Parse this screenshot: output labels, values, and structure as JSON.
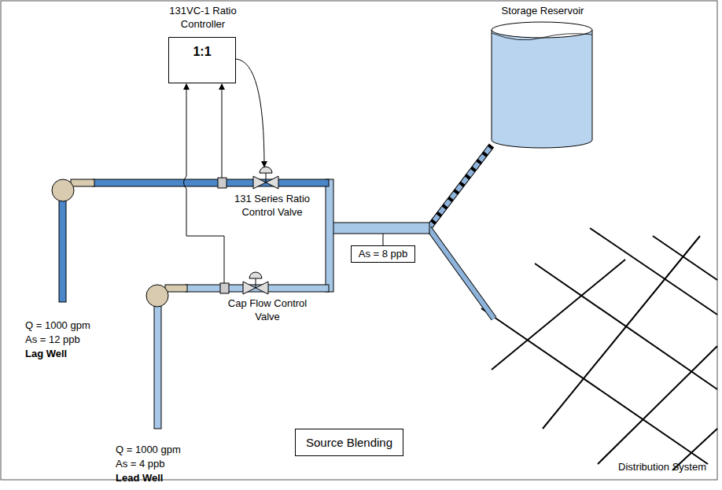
{
  "diagram": {
    "nodes": [
      {
        "text": [
          "131VC-1 Ratio Controller",
          "1:1"
        ]
      },
      {
        "text": [
          "As = 8 ppb"
        ]
      },
      {
        "text": [
          "Source Blending"
        ]
      }
    ],
    "labels": [
      "Storage Reservoir",
      "131 Series Ratio Control Valve",
      "Cap Flow Control Valve",
      "Q = 1000 gpm",
      "As = 12 ppb",
      "Lag Well",
      "Q = 1000 gpm",
      "As = 4 ppb",
      "Lead Well",
      "Distribution System"
    ]
  }
}
